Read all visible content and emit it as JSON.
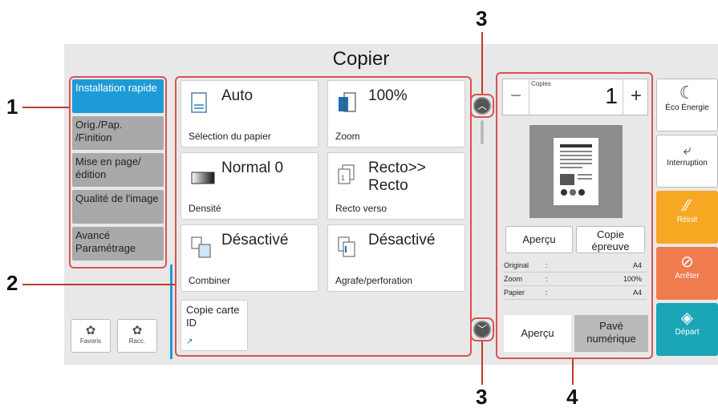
{
  "title": "Copier",
  "tabs": [
    {
      "label": "Installation rapide",
      "active": true
    },
    {
      "label": "Orig./Pap. /Finition",
      "active": false
    },
    {
      "label": "Mise en page/édition",
      "active": false
    },
    {
      "label": "Qualité de l'image",
      "active": false
    },
    {
      "label": "Avancé Paramétrage",
      "active": false
    }
  ],
  "shortcuts": [
    {
      "label": "Favoris",
      "icon": "gear-icon"
    },
    {
      "label": "Racc.",
      "icon": "gear-icon"
    }
  ],
  "cards": [
    {
      "value": "Auto",
      "label": "Sélection du papier",
      "icon": "paper-icon"
    },
    {
      "value": "100%",
      "label": "Zoom",
      "icon": "zoom-icon"
    },
    {
      "value": "Normal 0",
      "label": "Densité",
      "icon": "density-icon"
    },
    {
      "value": "Recto>> Recto",
      "label": "Recto verso",
      "icon": "duplex-icon"
    },
    {
      "value": "Désactivé",
      "label": "Combiner",
      "icon": "combine-icon"
    },
    {
      "value": "Désactivé",
      "label": "Agrafe/perforation",
      "icon": "staple-icon"
    }
  ],
  "id_card": {
    "label": "Copie carte ID"
  },
  "copies": {
    "label": "Copies",
    "value": "1",
    "minus": "−",
    "plus": "+"
  },
  "preview_buttons": {
    "apercu": "Aperçu",
    "proof": "Copie épreuve"
  },
  "info": [
    {
      "label": "Original",
      "sep": ":",
      "value": "A4"
    },
    {
      "label": "Zoom",
      "sep": ":",
      "value": "100%"
    },
    {
      "label": "Papier",
      "sep": ":",
      "value": "A4"
    }
  ],
  "bottom_tabs": {
    "apercu": "Aperçu",
    "keypad": "Pavé numérique"
  },
  "side_buttons": [
    {
      "label": "Éco Énergie",
      "icon": "moon-icon",
      "color": "#ffffff"
    },
    {
      "label": "Interruption",
      "icon": "interrupt-icon",
      "color": "#ffffff"
    },
    {
      "label": "Réinit",
      "icon": "reset-icon",
      "color": "#f7a823"
    },
    {
      "label": "Arrêter",
      "icon": "stop-icon",
      "color": "#ef7b4f"
    },
    {
      "label": "Départ",
      "icon": "start-icon",
      "color": "#1aa6b7"
    }
  ],
  "annotations": {
    "n1": "1",
    "n2": "2",
    "n3a": "3",
    "n3b": "3",
    "n4": "4"
  }
}
